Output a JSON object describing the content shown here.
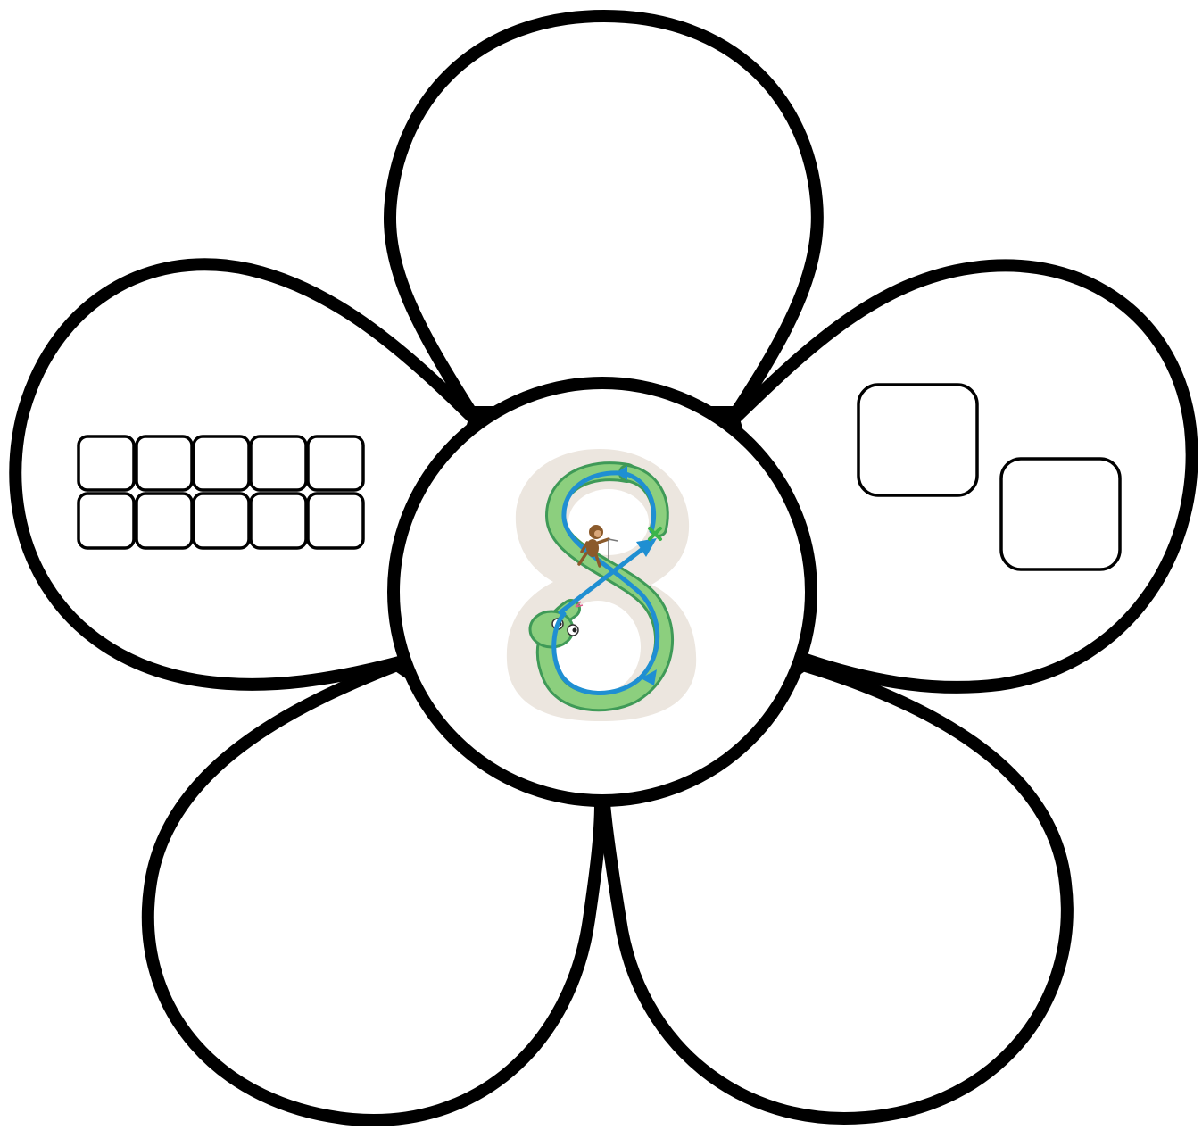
{
  "worksheet": {
    "center_numeral": "8",
    "ten_frame": {
      "rows": 2,
      "columns": 5,
      "filled_cells": 0
    },
    "answer_boxes": {
      "count": 2,
      "filled": 0
    },
    "colors": {
      "outline": "#000000",
      "paper": "#ffffff",
      "snake_body": "#8ccf7e",
      "snake_outline": "#3f9a57",
      "trace_arrow": "#1f8fd2",
      "numeral_shadow": "#ece6df",
      "start_marker": "#3bb54a",
      "monkey": "#8b5a2b"
    },
    "icons": {
      "center": "snake-number-eight-tracing-icon",
      "helper": "monkey-icon",
      "start": "start-cross-icon"
    }
  }
}
